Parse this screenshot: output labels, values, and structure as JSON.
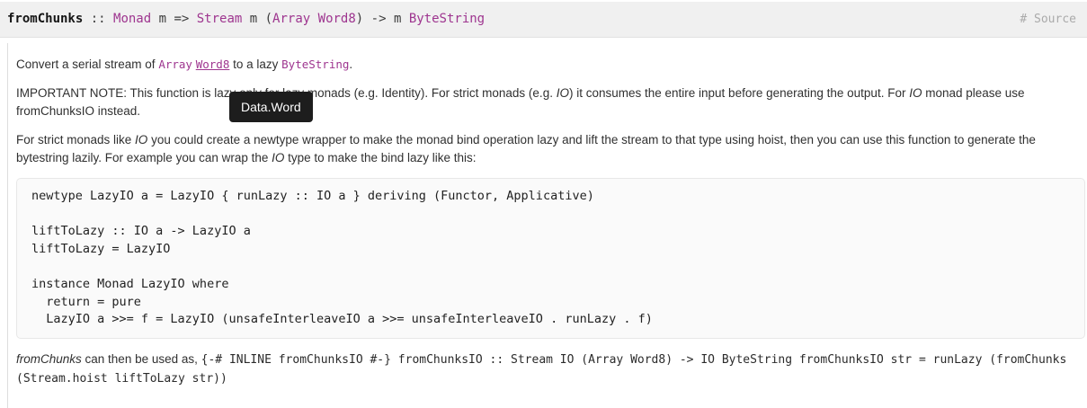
{
  "signature": {
    "tokens": [
      {
        "text": "fromChunks"
      },
      {
        "text": " :: "
      },
      {
        "text": "Monad"
      },
      {
        "text": " m => "
      },
      {
        "text": "Stream"
      },
      {
        "text": " m ("
      },
      {
        "text": "Array"
      },
      {
        "text": " "
      },
      {
        "text": "Word8"
      },
      {
        "text": ") -> m "
      },
      {
        "text": "ByteString"
      }
    ],
    "source_label": "# Source"
  },
  "doc": {
    "p1": {
      "t0": "Convert a serial stream of ",
      "link_array": "Array",
      "sp": " ",
      "link_word8": "Word8",
      "t1": " to a lazy ",
      "link_bytestring": "ByteString",
      "t2": "."
    },
    "p2": {
      "t0": "IMPORTANT NOTE: This function is lazy only for lazy monads (e.g. Identity). For strict monads (e.g. ",
      "em1": "IO",
      "t1": ") it consumes the entire input before generating the output. For ",
      "em2": "IO",
      "t2": " monad please use fromChunksIO instead."
    },
    "p3": {
      "t0": "For strict monads like ",
      "em1": "IO",
      "t1": " you could create a newtype wrapper to make the monad bind operation lazy and lift the stream to that type using hoist, then you can use this function to generate the bytestring lazily. For example you can wrap the ",
      "em2": "IO",
      "t2": " type to make the bind lazy like this:"
    },
    "code_block": "newtype LazyIO a = LazyIO { runLazy :: IO a } deriving (Functor, Applicative)\n\nliftToLazy :: IO a -> LazyIO a\nliftToLazy = LazyIO\n\ninstance Monad LazyIO where\n  return = pure\n  LazyIO a >>= f = LazyIO (unsafeInterleaveIO a >>= unsafeInterleaveIO . runLazy . f)",
    "p4": {
      "em": "fromChunks",
      "t0": " can then be used as, ",
      "code": "{-# INLINE fromChunksIO #-} fromChunksIO :: Stream IO (Array Word8) -> IO ByteString fromChunksIO str = runLazy (fromChunks (Stream.hoist liftToLazy str))"
    }
  },
  "tooltip": {
    "text": "Data.Word"
  },
  "colors": {
    "link_purple": "#9e358f",
    "header_bg": "#f0f0f0",
    "source_gray": "#aaaaaa",
    "tooltip_bg": "#1d1d1d",
    "code_bg": "#fafafa"
  }
}
